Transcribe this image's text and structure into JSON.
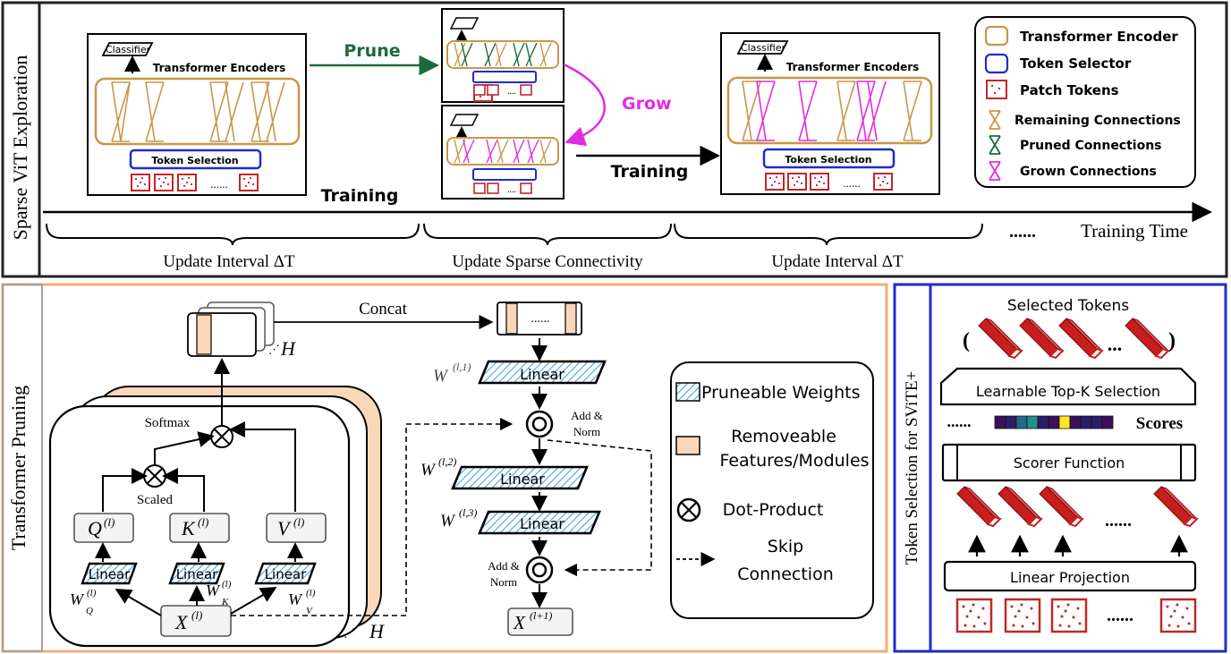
{
  "colors": {
    "encoder": "#c8964a",
    "selector": "#1f2bd1",
    "patch": "#c0282b",
    "pruned": "#1f6b3a",
    "grown": "#e22ce0",
    "prune_arrow": "#1a6b3a",
    "grow_arrow": "#e22ce0",
    "orange_panel": "#f0b070",
    "blue_panel": "#1f2bd1",
    "hatch": "#4aa6d6",
    "removeable": "#f9d7b8",
    "token_red": "#c81e1e"
  },
  "exploration": {
    "side_label": "Sparse ViT Exploration",
    "classifier": "Classifier",
    "encoders": "Transformer Encoders",
    "token_selection": "Token Selection",
    "prune": "Prune",
    "grow": "Grow",
    "training_1": "Training",
    "training_2": "Training",
    "dots": "......",
    "dots_end": "......",
    "training_time": "Training Time",
    "interval_1": "Update Interval  ΔT",
    "interval_2": "Update Sparse Connectivity",
    "interval_3": "Update Interval  ΔT",
    "legend": [
      {
        "label": "Transformer Encoder",
        "icon": "encoder-box-icon"
      },
      {
        "label": "Token Selector",
        "icon": "selector-box-icon"
      },
      {
        "label": "Patch Tokens",
        "icon": "patch-token-icon"
      },
      {
        "label": "Remaining Connections",
        "icon": "remaining-connection-icon"
      },
      {
        "label": "Pruned Connections",
        "icon": "pruned-connection-icon"
      },
      {
        "label": "Grown Connections",
        "icon": "grown-connection-icon"
      }
    ]
  },
  "pruning": {
    "side_label": "Transformer Pruning",
    "concat": "Concat",
    "H": "H",
    "H2": "H",
    "softmax": "Softmax",
    "scaled": "Scaled",
    "q": "Q",
    "k": "K",
    "v": "V",
    "x": "X",
    "sup_l": "(l)",
    "linear": "Linear",
    "wq": "W",
    "sub_q": "Q",
    "sub_k": "K",
    "sub_v": "V",
    "w_l1": "W",
    "sup_l1": "(l,1)",
    "w_l2": "W",
    "sup_l2": "(l,2)",
    "w_l3": "W",
    "sup_l3": "(l,3)",
    "add_norm_1a": "Add &",
    "add_norm_1b": "Norm",
    "add_norm_2a": "Add &",
    "add_norm_2b": "Norm",
    "x_out": "X",
    "sup_out": "(l+1)",
    "dots": "......",
    "legend": {
      "pruneable": "Pruneable Weights",
      "removeable_1": "Removeable",
      "removeable_2": "Features/Modules",
      "dot_product": "Dot-Product",
      "skip_1": "Skip",
      "skip_2": "Connection"
    }
  },
  "token_selection": {
    "side_label": "Token Selection for SViTE+",
    "selected": "Selected Tokens",
    "paren_open": "(",
    "paren_close": ")",
    "dots": "...",
    "topk": "Learnable Top-K Selection",
    "scores_dots": "......",
    "scores": "Scores",
    "scorer": "Scorer Function",
    "token_dots": "......",
    "linear_proj": "Linear Projection",
    "patch_dots": "......",
    "score_colors": [
      "#3b0f5e",
      "#2a1e6b",
      "#24698e",
      "#21918c",
      "#2a1e6b",
      "#3b0f5e",
      "#fde725",
      "#3b0f5e",
      "#2a1e6b",
      "#2a1e6b",
      "#3b0f5e"
    ]
  }
}
